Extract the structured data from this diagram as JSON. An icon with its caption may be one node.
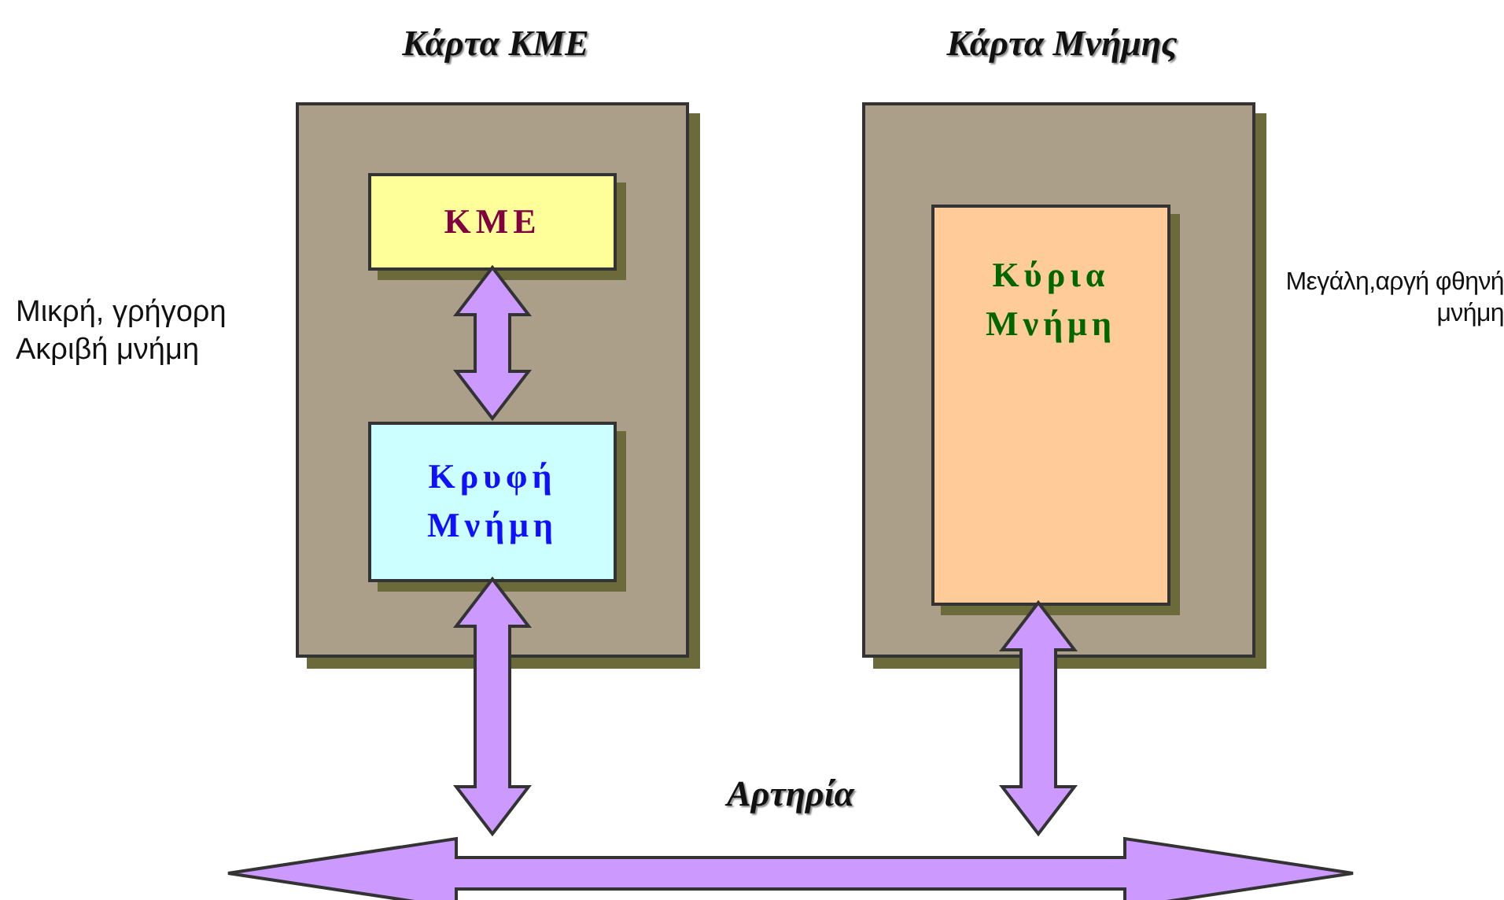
{
  "diagram": {
    "nodes": [
      {
        "text": [
          "Κάρτα ΚΜΕ"
        ],
        "beside": [
          "Μικρή, γρήγορη Ακριβή μνήμη"
        ]
      },
      {
        "text": [
          "ΚΜΕ"
        ],
        "in": 0
      },
      {
        "text": [
          "Κρυφή Μνήμη"
        ],
        "in": 0
      },
      {
        "text": [
          "Κάρτα Μνήμης"
        ],
        "beside": [
          "Μεγάλη,αργή φθηνή μνήμη"
        ]
      },
      {
        "text": [
          "Κύρια Μνήμη"
        ],
        "in": 3
      },
      {
        "text": [
          "Αρτηρία"
        ]
      }
    ],
    "edges": [
      {
        "from": 1,
        "to": 2,
        "arrow": "both"
      },
      {
        "from": 2,
        "to": 5,
        "arrow": "both"
      },
      {
        "from": 4,
        "to": 5,
        "arrow": "both"
      }
    ]
  }
}
